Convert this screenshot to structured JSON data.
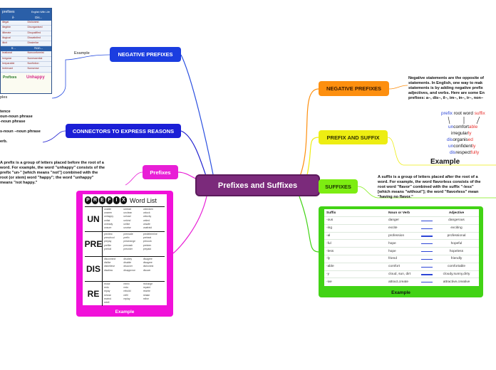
{
  "root": {
    "label": "Prefixes and Suffixes"
  },
  "left": {
    "negative_prefixes": {
      "label": "NEGATIVE PREFIXES",
      "link_label": "Example"
    },
    "connectors": {
      "label": "CONNECTORS TO EXPRESS REASONS",
      "text_lines": [
        "tence",
        "oun-noun phrase",
        "-noun phrase",
        "",
        "s-noun –noun phrase",
        "",
        "erb."
      ]
    },
    "prefixes": {
      "label": "Prefixes",
      "text_lines": [
        "A prefix is a group of letters placed before the root of a",
        "word. For example, the word \"unhappy\" consists of the",
        "prefix \"un-\" [which means \"not\"] combined with the",
        "root (or stem) word \"happy\"; the word \"unhappy\"",
        "means \"not happy.\""
      ],
      "card_example_label": "Example"
    }
  },
  "right": {
    "negative_prefixes": {
      "label": "NEGATIVE PREFIXES",
      "text_lines": [
        "Negative statements are the opposite of",
        "statements. In English, one way to mak",
        "statements is by adding negative prefix",
        "adjectives, and verbs. Here are some En",
        "prefixes: a–, dis–, il–, im–, in–, ir–, non–"
      ]
    },
    "prefix_and_suffix": {
      "label": "PREFIX AND SUFFIX",
      "example_label": "Example"
    },
    "suffixes": {
      "label": "SUFFIXES",
      "text_lines": [
        "A suffix is a group of letters placed after the root of a",
        "word. For example, the word flavorless consists of the",
        "root word \"flavor\" combined with the suffix \"-less\"",
        "[which means \"without\"]; the word \"flavorless\" mean",
        "\"having no flavor.\""
      ],
      "card_example_label": "Example"
    }
  },
  "neg_table_image": {
    "title": "prefixes",
    "corner": "English With Life",
    "head_cols": [
      "il-",
      "Dis..."
    ],
    "rows_top": [
      [
        "illegal",
        "Dishonest"
      ],
      [
        "illegible",
        "Disorganised"
      ],
      [
        "illiterate",
        "Disqualified"
      ],
      [
        "illogical",
        "Dissatisfied"
      ],
      [
        "illicit",
        "Dissimilar"
      ]
    ],
    "head_cols_2": [
      "Ir...",
      "Non..."
    ],
    "rows_bottom": [
      [
        "Irrational",
        "Nonconformist"
      ],
      [
        "Irregular",
        "Nonessential"
      ],
      [
        "Irreparable",
        "Nonfiction"
      ],
      [
        "Irrelevant",
        "Nonsense"
      ]
    ],
    "footer_word": "Unhappy",
    "footer_word_2": "Prefixes",
    "caption": "ples"
  },
  "prefix_word_list": {
    "title_letters": [
      "P",
      "R",
      "E",
      "F",
      "I",
      "X"
    ],
    "title_word": "Word List",
    "rows": [
      {
        "prefix": "UN",
        "words": [
          "unable",
          "unread",
          "unbroken",
          "unseen",
          "unclean",
          "unlock",
          "unhappy",
          "unload",
          "unlucky",
          "unfair",
          "unkind",
          "untied",
          "unready",
          "unlike",
          "unsafe",
          "unsure",
          "unwise",
          "unafraid"
        ]
      },
      {
        "prefix": "PRE",
        "words": [
          "preview",
          "premade",
          "predetermine",
          "preschool",
          "prefix",
          "preheat",
          "prepay",
          "prearrange",
          "precook",
          "prefilm",
          "prewash",
          "preteen",
          "preboil",
          "preorder",
          "prepaid"
        ]
      },
      {
        "prefix": "DIS",
        "words": [
          "disconnect",
          "disobey",
          "disagree",
          "dislike",
          "disable",
          "disagree",
          "disbelieve",
          "discover",
          "dishonest",
          "disallow",
          "disapprove",
          "disown"
        ]
      },
      {
        "prefix": "RE",
        "words": [
          "reuse",
          "remix",
          "recharge",
          "redo",
          "redo",
          "repaint",
          "repay",
          "rebuild",
          "rewrite",
          "reheat",
          "refill",
          "retake",
          "rewind",
          "replay",
          "relive",
          "retell"
        ]
      }
    ]
  },
  "ps_example_image": {
    "header": [
      "prefix",
      "root word",
      "suffix"
    ],
    "lines": [
      {
        "pre": "un",
        "root": "comfort",
        "suf": "able"
      },
      {
        "pre": "",
        "root": "irregular",
        "suf": "ly"
      },
      {
        "pre": "dis",
        "root": "organis",
        "suf": "ed"
      },
      {
        "pre": "un",
        "root": "confident",
        "suf": "ly"
      },
      {
        "pre": "dis",
        "root": "respect",
        "suf": "fully"
      }
    ]
  },
  "suffix_table": {
    "headers": [
      "Suffix",
      "Noun or Verb",
      "",
      "Adjective"
    ],
    "rows": [
      [
        "-ous",
        "danger",
        "",
        "dangerous"
      ],
      [
        "-ing",
        "excite",
        "",
        "exciting"
      ],
      [
        "-al",
        "profession",
        "",
        "professional"
      ],
      [
        "-ful",
        "hope",
        "",
        "hopeful"
      ],
      [
        "-less",
        "hope",
        "",
        "hopeless"
      ],
      [
        "-ly",
        "friend",
        "",
        "friendly"
      ],
      [
        "-able",
        "comfort",
        "",
        "comfortable"
      ],
      [
        "-y",
        "cloud, sun, dirt",
        "",
        "cloudy,sunny,dirty"
      ],
      [
        "-ive",
        "attract,create",
        "",
        "attractive,creative"
      ]
    ]
  },
  "colors": {
    "root": "#7b2a7b",
    "neg_left": "#1b3de0",
    "connectors": "#1b1fd6",
    "prefixes": "#e81fd6",
    "neg_right": "#fd8f0f",
    "prefix_suffix": "#eded12",
    "suffixes": "#7ded12"
  }
}
